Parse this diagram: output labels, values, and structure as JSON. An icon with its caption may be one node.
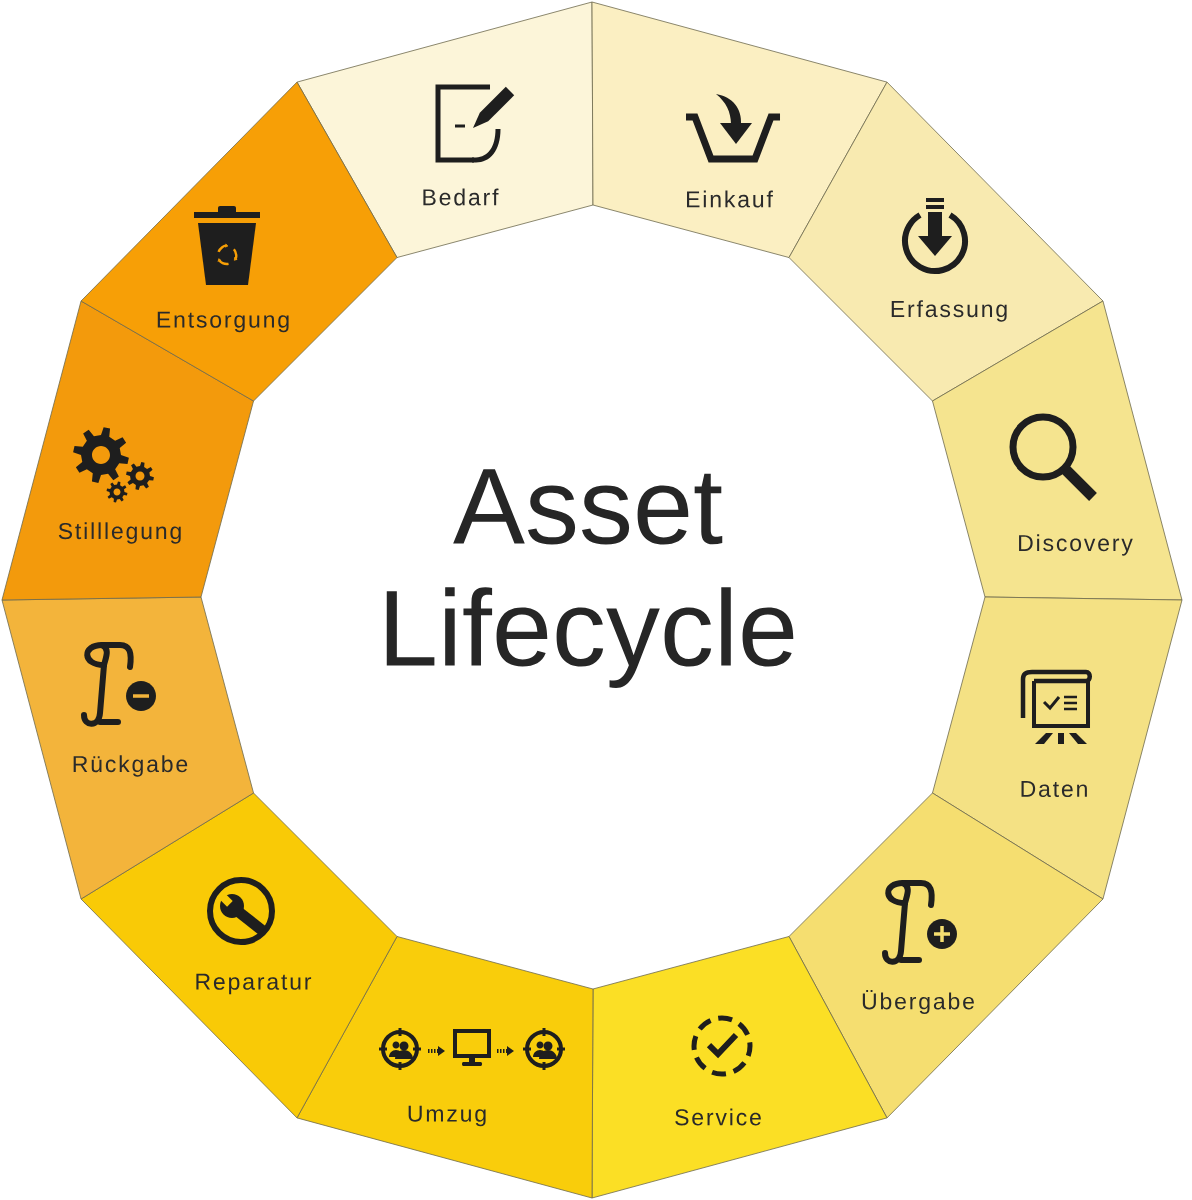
{
  "diagram": {
    "title": "Asset Lifecycle",
    "nodes": [
      {
        "text": [
          "Bedarf"
        ]
      },
      {
        "text": [
          "Einkauf"
        ]
      },
      {
        "text": [
          "Erfassung"
        ]
      },
      {
        "text": [
          "Discovery"
        ]
      },
      {
        "text": [
          "Daten"
        ]
      },
      {
        "text": [
          "Übergabe"
        ]
      },
      {
        "text": [
          "Service"
        ]
      },
      {
        "text": [
          "Umzug"
        ]
      },
      {
        "text": [
          "Reparatur"
        ]
      },
      {
        "text": [
          "Rückgabe"
        ]
      },
      {
        "text": [
          "Stilllegung"
        ]
      },
      {
        "text": [
          "Entsorgung"
        ]
      }
    ]
  }
}
